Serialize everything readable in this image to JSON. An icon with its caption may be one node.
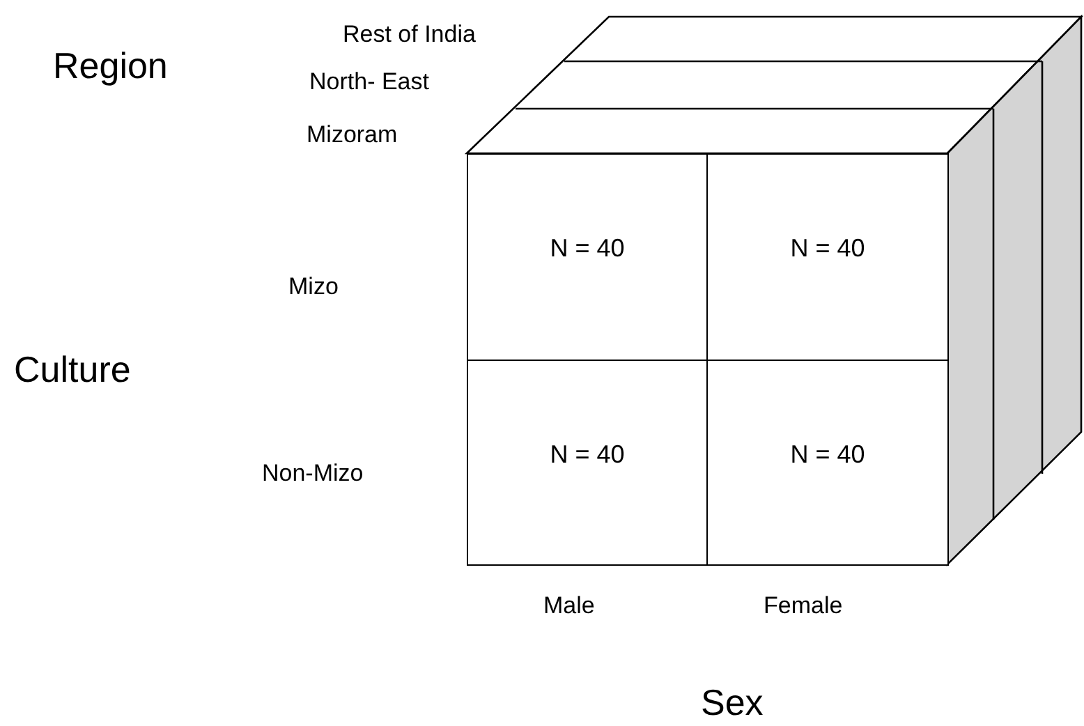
{
  "diagram": {
    "nodes": [
      {
        "text": [
          "N = 40"
        ]
      },
      {
        "text": [
          "N = 40"
        ]
      },
      {
        "text": [
          "N = 40"
        ]
      },
      {
        "text": [
          "N = 40"
        ]
      }
    ],
    "labels": [
      "Region",
      "Rest of India",
      "North- East",
      "Mizoram",
      "Mizo",
      "Culture",
      "Non-Mizo",
      "Male",
      "Female",
      "Sex"
    ]
  }
}
